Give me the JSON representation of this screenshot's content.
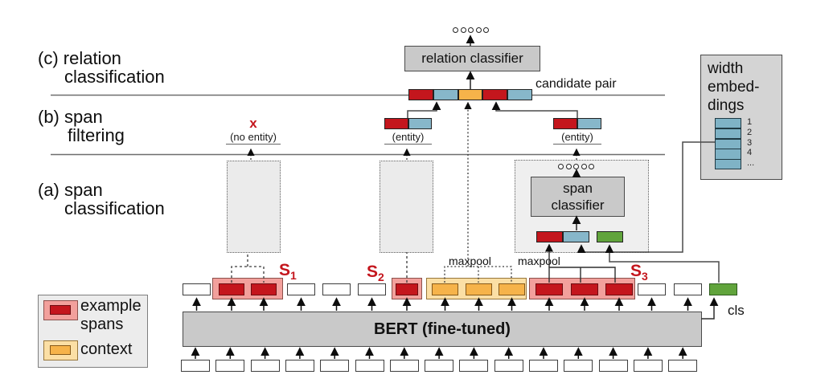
{
  "figure": {
    "stages": [
      {
        "id": "c",
        "line1": "(c) relation",
        "line2": "classification"
      },
      {
        "id": "b",
        "line1": "(b) span",
        "line2": "filtering"
      },
      {
        "id": "a",
        "line1": "(a) span",
        "line2": "classification"
      }
    ],
    "relation_classifier": {
      "label": "relation classifier",
      "output_circles": 5
    },
    "candidate_pair": {
      "label": "candidate pair",
      "segments": [
        "red",
        "blue",
        "orange",
        "red",
        "blue"
      ]
    },
    "span_filtering": {
      "no_entity_mark": "x",
      "no_entity_label": "(no entity)",
      "entity_labels": [
        "(entity)",
        "(entity)"
      ]
    },
    "span_classifier": {
      "label_line1": "span",
      "label_line2": "classifier",
      "output_circles": 5,
      "input_segments": [
        "red",
        "blue"
      ],
      "cls_segment": "green"
    },
    "maxpool_labels": [
      "maxpool",
      "maxpool"
    ],
    "spans": [
      {
        "name": "S",
        "sub": "1",
        "tokens": 2
      },
      {
        "name": "S",
        "sub": "2",
        "tokens": 1
      },
      {
        "name": "S",
        "sub": "3",
        "tokens": 3
      }
    ],
    "width_embeddings": {
      "line1": "width",
      "line2": "embed-",
      "line3": "dings",
      "indices": [
        "1",
        "2",
        "3",
        "4",
        "..."
      ],
      "cells": 5
    },
    "bert": {
      "label": "BERT (fine-tuned)"
    },
    "cls_label": "cls",
    "legend": {
      "items": [
        {
          "swatch": "span",
          "label_line1": "example",
          "label_line2": "spans"
        },
        {
          "swatch": "context",
          "label_line1": "context",
          "label_line2": ""
        }
      ]
    },
    "sequence": {
      "top": [
        "plain",
        "s1",
        "s1",
        "plain",
        "plain",
        "plain",
        "s2",
        "ctx",
        "ctx",
        "ctx",
        "s3",
        "s3",
        "s3",
        "plain",
        "plain",
        "cls"
      ],
      "bottom_count": 15
    }
  },
  "colors": {
    "red": "#c4161d",
    "pink": "#f2a09c",
    "blue": "#87b7ca",
    "orange": "#f6b34a",
    "light_orange": "#fbdfa5",
    "green": "#61a43c",
    "classifier_gray": "#c9c9c9",
    "panel_gray": "#ebebeb",
    "width_box_gray": "#d4d4d4"
  }
}
